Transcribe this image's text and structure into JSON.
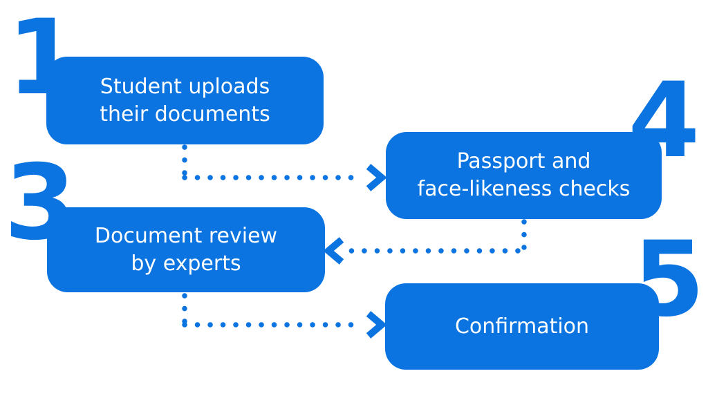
{
  "colors": {
    "accent": "#0b74e0",
    "background": "#ffffff",
    "box_text": "#ffffff"
  },
  "steps": [
    {
      "number": "1",
      "label_lines": [
        "Student uploads",
        "their documents"
      ]
    },
    {
      "number": "3",
      "label_lines": [
        "Document review",
        "by experts"
      ]
    },
    {
      "number": "4",
      "label_lines": [
        "Passport and",
        "face-likeness checks"
      ]
    },
    {
      "number": "5",
      "label_lines": [
        "Confirmation"
      ]
    }
  ],
  "connections": [
    {
      "from": "1",
      "to": "4",
      "style": "dotted",
      "arrow_direction": "right"
    },
    {
      "from": "4",
      "to": "3",
      "style": "dotted",
      "arrow_direction": "left"
    },
    {
      "from": "3",
      "to": "5",
      "style": "dotted",
      "arrow_direction": "right"
    }
  ]
}
